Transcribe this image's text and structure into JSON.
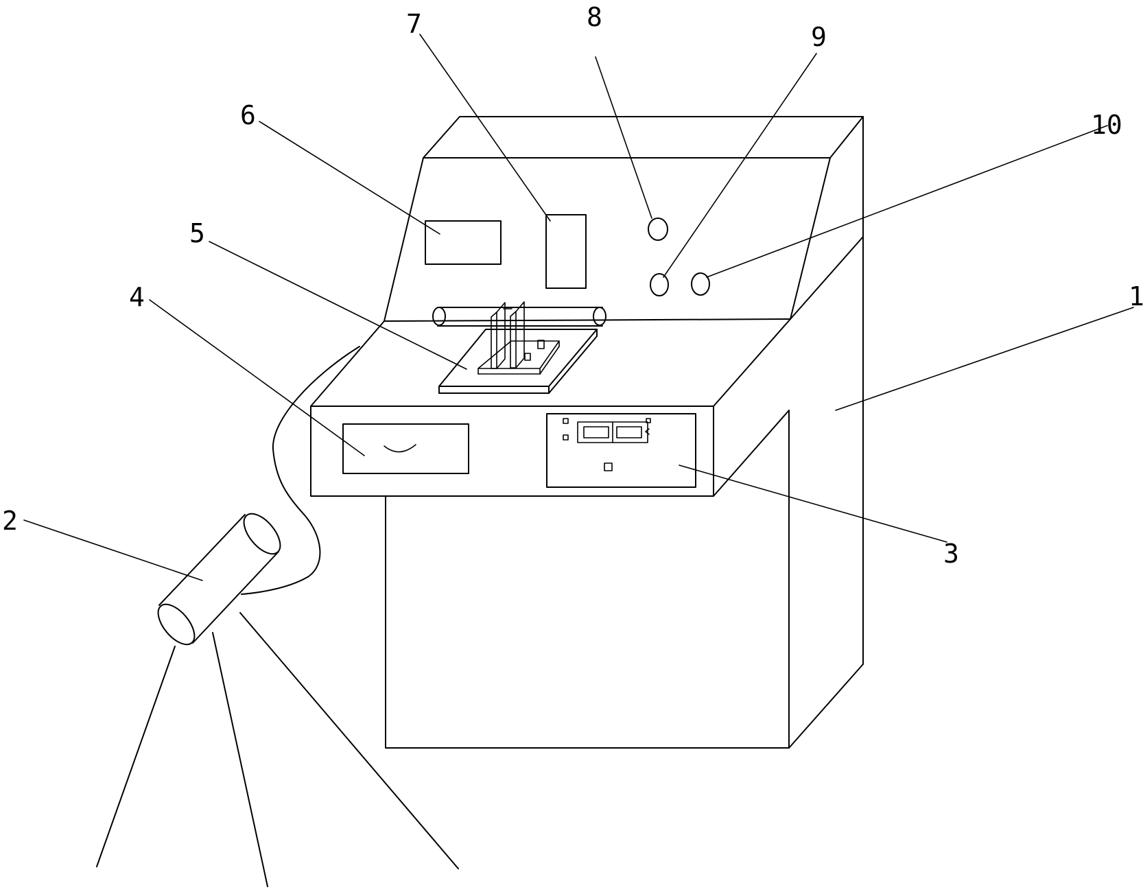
{
  "labels": {
    "l1": "1",
    "l2": "2",
    "l3": "3",
    "l4": "4",
    "l5": "5",
    "l6": "6",
    "l7": "7",
    "l8": "8",
    "l9": "9",
    "l10": "10"
  },
  "colors": {
    "line": "#000000",
    "background": "#ffffff"
  }
}
